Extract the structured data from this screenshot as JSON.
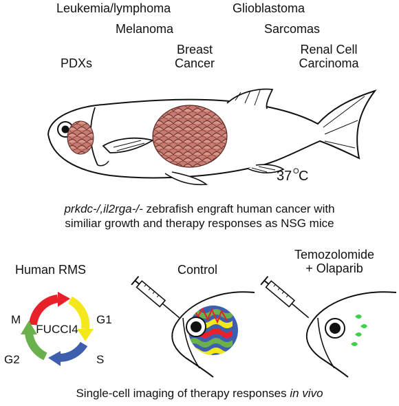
{
  "cancer_types": {
    "leukemia": "Leukemia/lymphoma",
    "glioblastoma": "Glioblastoma",
    "melanoma": "Melanoma",
    "sarcomas": "Sarcomas",
    "breast_line1": "Breast",
    "breast_line2": "Cancer",
    "renal_line1": "Renal Cell",
    "renal_line2": "Carcinoma",
    "pdx": "PDXs"
  },
  "temperature": {
    "value": "37",
    "unit_sup": "O",
    "unit": "C"
  },
  "caption_top": {
    "italic": "prkdc-/,il2rga-/-",
    "line1_rest": " zebrafish engraft human cancer with",
    "line2": "similiar growth and therapy responses as NSG mice"
  },
  "fucci": {
    "title": "Human RMS",
    "center": "FUCCI4",
    "phases": {
      "m": "M",
      "g1": "G1",
      "s": "S",
      "g2": "G2"
    },
    "colors": {
      "m": "#e8202a",
      "g1": "#f4e81c",
      "s": "#3e5fae",
      "g2": "#6ab04c"
    }
  },
  "panels": {
    "control": "Control",
    "treatment_line1": "Temozolomide",
    "treatment_line2": "+ Olaparib"
  },
  "caption_bottom": {
    "text": "Single-cell imaging of therapy responses ",
    "italic": "in vivo"
  },
  "colors": {
    "tumor": "#c97a70",
    "tumor_line": "#5a2a26",
    "treated_cell": "#3fcf4a"
  }
}
